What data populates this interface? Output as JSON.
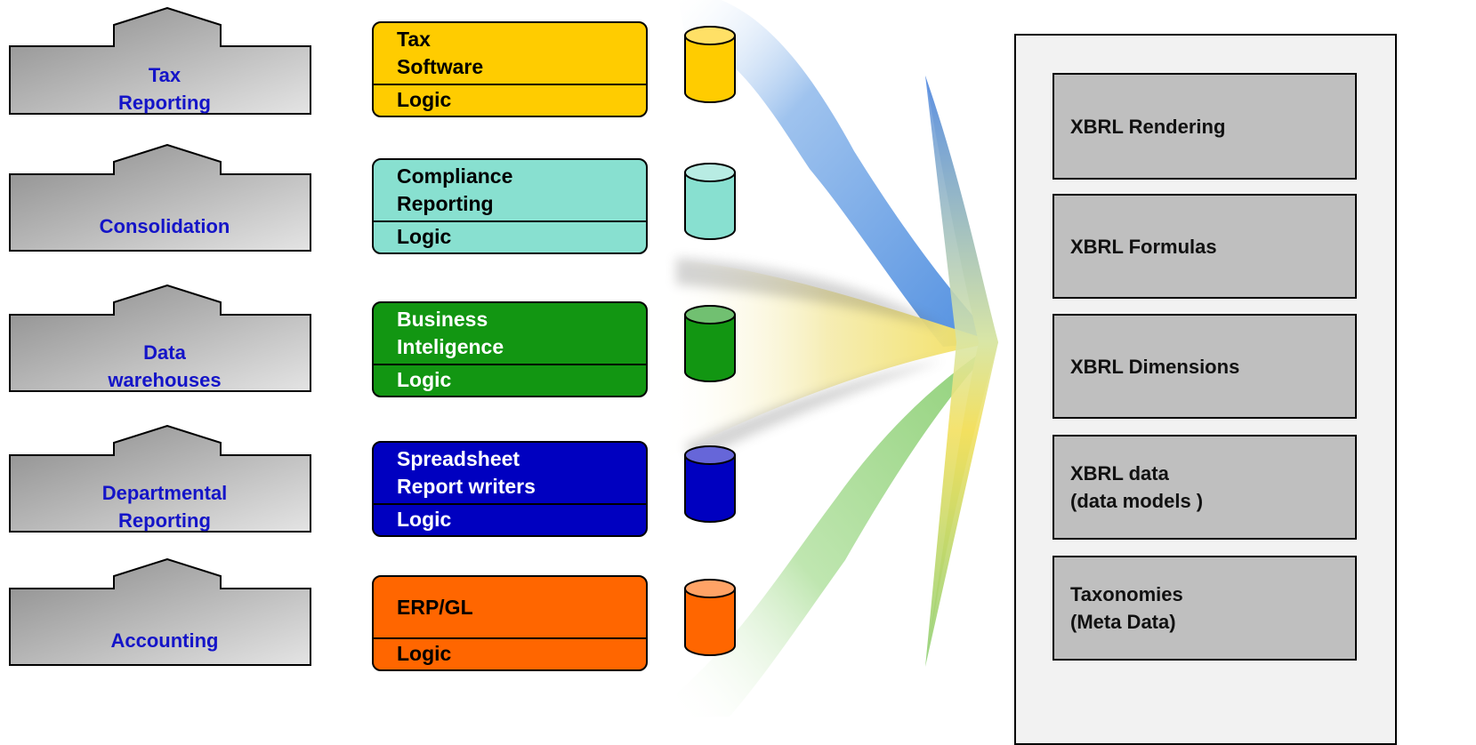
{
  "sources": [
    {
      "id": "tax",
      "label_lines": [
        "Tax",
        "Reporting"
      ]
    },
    {
      "id": "consolidation",
      "label_lines": [
        "Consolidation"
      ]
    },
    {
      "id": "data-warehouses",
      "label_lines": [
        "Data",
        "warehouses"
      ]
    },
    {
      "id": "departmental",
      "label_lines": [
        "Departmental",
        "Reporting"
      ]
    },
    {
      "id": "accounting",
      "label_lines": [
        "Accounting"
      ]
    }
  ],
  "applications": [
    {
      "id": "tax-software",
      "title_lines": [
        "Tax",
        "Software"
      ],
      "logic": "Logic",
      "color": "#ffcc00",
      "text_color": "#000000"
    },
    {
      "id": "compliance",
      "title_lines": [
        "Compliance",
        "Reporting"
      ],
      "logic": "Logic",
      "color": "#88e0d0",
      "text_color": "#000000"
    },
    {
      "id": "bi",
      "title_lines": [
        "Business",
        "Inteligence"
      ],
      "logic": "Logic",
      "color": "#129612",
      "text_color": "#ffffff"
    },
    {
      "id": "spreadsheet",
      "title_lines": [
        "Spreadsheet",
        "Report writers"
      ],
      "logic": "Logic",
      "color": "#0000c0",
      "text_color": "#ffffff"
    },
    {
      "id": "erp",
      "title_lines": [
        "ERP/GL"
      ],
      "logic": "Logic",
      "color": "#ff6600",
      "text_color": "#000000"
    }
  ],
  "cylinders": [
    {
      "id": "tax-db",
      "color": "#ffcc00"
    },
    {
      "id": "compliance-db",
      "color": "#88e0d0"
    },
    {
      "id": "bi-db",
      "color": "#129612"
    },
    {
      "id": "spreadsheet-db",
      "color": "#0000c0"
    },
    {
      "id": "erp-db",
      "color": "#ff6600"
    }
  ],
  "xbrl_stack": [
    {
      "id": "rendering",
      "label_lines": [
        "XBRL Rendering"
      ]
    },
    {
      "id": "formulas",
      "label_lines": [
        "XBRL Formulas"
      ]
    },
    {
      "id": "dimensions",
      "label_lines": [
        "XBRL Dimensions"
      ]
    },
    {
      "id": "data",
      "label_lines": [
        "XBRL data",
        "(data models )"
      ]
    },
    {
      "id": "taxonomies",
      "label_lines": [
        "Taxonomies",
        "(Meta Data)"
      ]
    }
  ]
}
